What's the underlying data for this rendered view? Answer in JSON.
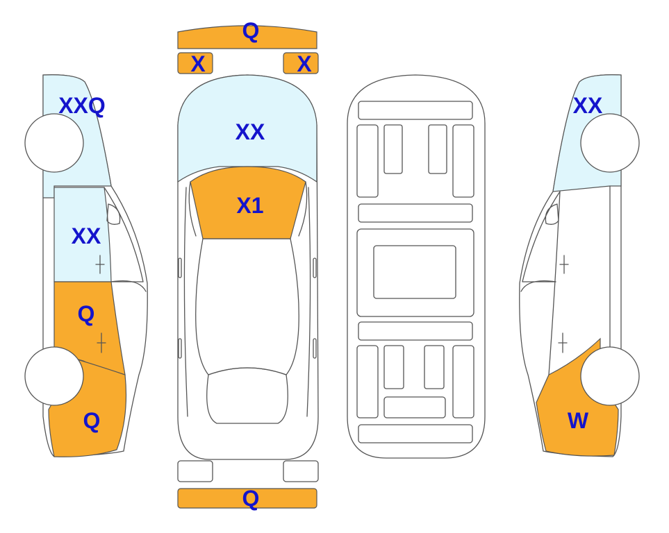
{
  "colors": {
    "damage_fill": "#F8AB2E",
    "glass_fill": "#DFF6FC",
    "label_color": "#1414CC",
    "outline": "#555555"
  },
  "labels": {
    "front_bumper": "Q",
    "left_mirror": "X",
    "right_mirror": "X",
    "windshield": "XX",
    "hood": "X1",
    "rear_bumper": "Q",
    "left_rear_quarter": "XXQ",
    "left_rear_door": "XX",
    "left_front_door": "Q",
    "left_front_fender": "Q",
    "right_rear_quarter": "XX",
    "right_front_fender": "W"
  }
}
